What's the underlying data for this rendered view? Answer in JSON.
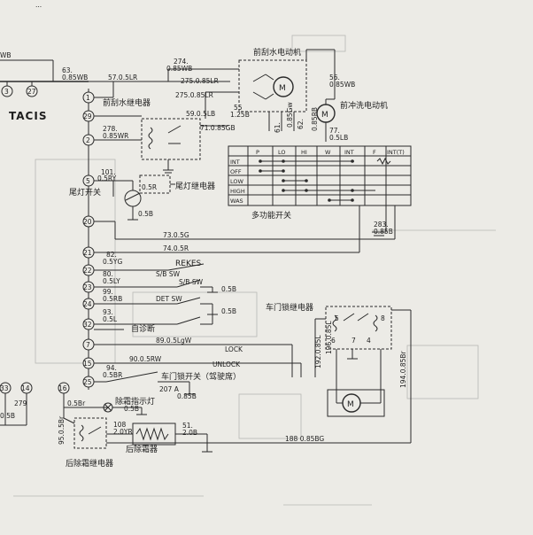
{
  "diagram": {
    "header_fragment": "...",
    "brand": "TACIS",
    "components": {
      "front_wiper_motor": "前刮水电动机",
      "front_washer_motor": "前冲洗电动机",
      "front_wiper_relay": "前刮水继电器",
      "tail_lamp_relay": "尾灯继电器",
      "tail_lamp_switch": "尾灯开关",
      "multi_function_switch": "多功能开关",
      "door_lock_relay": "车门锁继电器",
      "self_diagnosis": "自诊断",
      "door_lock_switch": "车门锁开关（驾驶席）",
      "defroster_lamp": "除霜指示灯",
      "rear_defroster": "后除霜器",
      "rear_defroster_relay": "后除霜继电器"
    },
    "switch_labels": {
      "rekes": "REKES",
      "sb_sw": "S/B  SW",
      "sb_sw2": "S/B  SW",
      "det_sw": "DET  SW",
      "lock": "LOCK",
      "unlock": "UNLOCK"
    },
    "motor_symbol": "M",
    "wires": {
      "w63": "63.",
      "w063wb": "0.85WB",
      "wb_left": "WB",
      "w57": "57.0.5LR",
      "w274": "274.",
      "w274v": "0.85WB",
      "w275": "275.0.85LR",
      "w275b": "275.0.85LR",
      "w56": "56.",
      "w56v": "0.85WB",
      "w55": "55",
      "w55v": "1.25B",
      "w59": "59.0.5LB",
      "w71": "71.0.85GB",
      "w278": "278.",
      "w278v": "0.85WR",
      "w61": "61.",
      "w61v": "0.85Gw",
      "w62": "62.",
      "w62v": "0.85RB",
      "w77": "77.",
      "w77v": "0.5LB",
      "w101": "101.",
      "w101v": "0.5RY",
      "w05r": "0.5R",
      "w05b": "0.5B",
      "w73": "73.0.5G",
      "w74": "74.0.5R",
      "w283": "283.",
      "w283v": "0.85B",
      "w82": "82.",
      "w82v": "0.5YG",
      "w80": "80.",
      "w80v": "0.5LY",
      "w99": "99.",
      "w99v": "0.5RB",
      "w93": "93.",
      "w93v": "0.5L",
      "w05b_a": "0.5B",
      "w05b_b": "0.5B",
      "w89": "89.0.5LgW",
      "w90": "90.0.5RW",
      "w94": "94.",
      "w94v": "0.5BR",
      "w207": "207 A",
      "w207v": "0.85B",
      "w192": "192.0.85L",
      "w196": "196.0.85L",
      "w194": "194.0.85Br",
      "w95": "95.0.5Br",
      "w05br": "0.5Br",
      "w108": "108",
      "w108v": "2.0YR",
      "w51": "51.",
      "w51v": "2.0B",
      "w188": "188 0.85BG",
      "w279": "279",
      "w05b_left": "0.5B"
    },
    "pins": [
      "1",
      "29",
      "2",
      "5",
      "20",
      "21",
      "22",
      "23",
      "24",
      "32",
      "7",
      "15",
      "25",
      "16",
      "3",
      "27",
      "33",
      "14",
      "6",
      "5",
      "4",
      "7",
      "8"
    ],
    "switch_table": {
      "columns": [
        "P",
        "LO",
        "HI",
        "W",
        "INT",
        "F",
        "INT(T)"
      ],
      "rows": [
        "INT",
        "OFF",
        "LOW",
        "HIGH",
        "WAS"
      ]
    }
  }
}
